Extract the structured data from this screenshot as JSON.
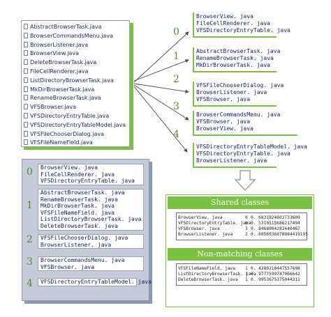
{
  "files": [
    "AbstractBrowserTask.java",
    "BrowserCommandsMenu.java",
    "BrowserListener.java",
    "BrowserView.java",
    "DeleteBrowserTask.java",
    "FileCellRenderer.java",
    "ListDirectoryBrowserTask.java",
    "MkDirBrowserTask.java",
    "RenameBrowserTask.java",
    "VFSBrowser.java",
    "VFSDirectoryEntryTable.java",
    "VFSDirectoryEntryTableModel.java",
    "VFSFileChooserDialog.java",
    "VFSFileNameField.java"
  ],
  "clusters": [
    {
      "number": "0",
      "files": [
        "BrowserView. java",
        "FileCellRenderer. java",
        "VFSDirectoryEntryTable. java"
      ]
    },
    {
      "number": "1",
      "files": [
        "AbstractBrowserTask. java",
        "RenameBrowserTask. java",
        "MkDirBrowserTask. java"
      ]
    },
    {
      "number": "2",
      "files": [
        "VFSFileChooserDialog. java",
        "BrowserListener. java",
        "VFSBrowser. java"
      ]
    },
    {
      "number": "3",
      "files": [
        "BrowserCommandsMenu. java",
        "VFSBrowser. java",
        "BrowserView. java"
      ]
    },
    {
      "number": "4",
      "files": [
        "VFSDirectoryEntryTableModel. java",
        "VFSDirectoryEntryTable. java",
        "BrowserListener. java"
      ]
    }
  ],
  "summary": [
    {
      "number": "0",
      "files": [
        "BrowserView. java",
        "FileCellRenderer. java",
        "VFSDirectoryEntryTable. java"
      ]
    },
    {
      "number": "1",
      "files": [
        "AbstractBrowserTask. java",
        "RenameBrowserTask. java",
        "MkDirBrowserTask. java",
        "VFSFileNameField. java",
        "ListDirectoryBrowserTask. java",
        "DeleteBrowserTask. java"
      ]
    },
    {
      "number": "2",
      "files": [
        "VFSFileChooserDialog. java",
        "BrowserListener. java"
      ]
    },
    {
      "number": "3",
      "files": [
        "BrowserCommandsMenu. java",
        "VFSBrowser. java"
      ]
    },
    {
      "number": "4",
      "files": [
        "VFSDirectoryEntryTableModel. java"
      ]
    }
  ],
  "shared": {
    "title": "Shared classes",
    "rows": [
      {
        "name": "BrowserView. java",
        "index": "0",
        "value": "0. 6831824602733609"
      },
      {
        "name": "VFSDirectoryEntryTable. java",
        "index": "0",
        "value": "0. 5310515686217494"
      },
      {
        "name": "VFSBrowser. java",
        "index": "3",
        "value": "0. 8468004282440467"
      },
      {
        "name": "BrowserListener. java",
        "index": "2",
        "value": "0. 6056036078984419195"
      }
    ]
  },
  "nonmatching": {
    "title": "Non-matching classes",
    "rows": [
      {
        "name": "VFSFileNameField. java",
        "index": "1",
        "value": "0. 4289210447557698"
      },
      {
        "name": "ListDirectoryBrowserTask. java",
        "index": "1",
        "value": "0. 9777599747066642"
      },
      {
        "name": "DeleteBrowserTask. java",
        "index": "1",
        "value": "0. 9953675375044311"
      }
    ]
  },
  "colors": {
    "green": "#7ac043",
    "navy_text": "#14206e",
    "panel_gray": "#c5cbd8"
  }
}
